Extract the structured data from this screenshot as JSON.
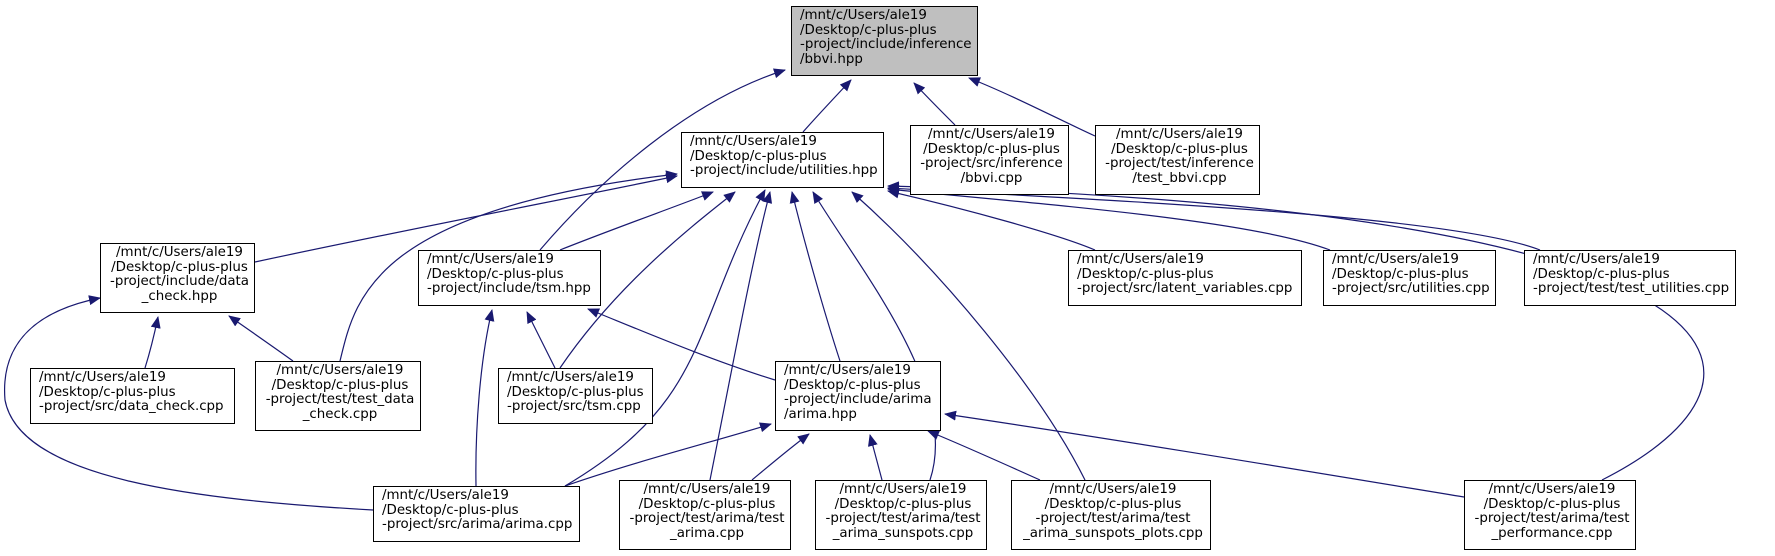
{
  "graph": {
    "edge_color": "#191970",
    "focus_fill": "#bfbfbf",
    "nodes": [
      {
        "id": "bbvi_hpp",
        "lines": [
          "/mnt/c/Users/ale19",
          "/Desktop/c-plus-plus",
          "-project/include/inference",
          "/bbvi.hpp"
        ],
        "focus": true
      },
      {
        "id": "utilities_hpp",
        "lines": [
          "/mnt/c/Users/ale19",
          "/Desktop/c-plus-plus",
          "-project/include/utilities.hpp"
        ]
      },
      {
        "id": "src_inference_bbvi_cpp",
        "lines": [
          "/mnt/c/Users/ale19",
          "/Desktop/c-plus-plus",
          "-project/src/inference",
          "/bbvi.cpp"
        ]
      },
      {
        "id": "test_bbvi_cpp",
        "lines": [
          "/mnt/c/Users/ale19",
          "/Desktop/c-plus-plus",
          "-project/test/inference",
          "/test_bbvi.cpp"
        ]
      },
      {
        "id": "data_check_hpp",
        "lines": [
          "/mnt/c/Users/ale19",
          "/Desktop/c-plus-plus",
          "-project/include/data",
          "_check.hpp"
        ]
      },
      {
        "id": "tsm_hpp",
        "lines": [
          "/mnt/c/Users/ale19",
          "/Desktop/c-plus-plus",
          "-project/include/tsm.hpp"
        ]
      },
      {
        "id": "latent_variables_cpp",
        "lines": [
          "/mnt/c/Users/ale19",
          "/Desktop/c-plus-plus",
          "-project/src/latent_variables.cpp"
        ]
      },
      {
        "id": "utilities_cpp",
        "lines": [
          "/mnt/c/Users/ale19",
          "/Desktop/c-plus-plus",
          "-project/src/utilities.cpp"
        ]
      },
      {
        "id": "test_utilities_cpp",
        "lines": [
          "/mnt/c/Users/ale19",
          "/Desktop/c-plus-plus",
          "-project/test/test_utilities.cpp"
        ]
      },
      {
        "id": "data_check_cpp",
        "lines": [
          "/mnt/c/Users/ale19",
          "/Desktop/c-plus-plus",
          "-project/src/data_check.cpp"
        ]
      },
      {
        "id": "test_data_check_cpp",
        "lines": [
          "/mnt/c/Users/ale19",
          "/Desktop/c-plus-plus",
          "-project/test/test_data",
          "_check.cpp"
        ]
      },
      {
        "id": "tsm_cpp",
        "lines": [
          "/mnt/c/Users/ale19",
          "/Desktop/c-plus-plus",
          "-project/src/tsm.cpp"
        ]
      },
      {
        "id": "arima_hpp",
        "lines": [
          "/mnt/c/Users/ale19",
          "/Desktop/c-plus-plus",
          "-project/include/arima",
          "/arima.hpp"
        ]
      },
      {
        "id": "arima_cpp",
        "lines": [
          "/mnt/c/Users/ale19",
          "/Desktop/c-plus-plus",
          "-project/src/arima/arima.cpp"
        ]
      },
      {
        "id": "test_arima_cpp",
        "lines": [
          "/mnt/c/Users/ale19",
          "/Desktop/c-plus-plus",
          "-project/test/arima/test",
          "_arima.cpp"
        ]
      },
      {
        "id": "test_arima_sunspots_cpp",
        "lines": [
          "/mnt/c/Users/ale19",
          "/Desktop/c-plus-plus",
          "-project/test/arima/test",
          "_arima_sunspots.cpp"
        ]
      },
      {
        "id": "test_arima_sunspots_plots_cpp",
        "lines": [
          "/mnt/c/Users/ale19",
          "/Desktop/c-plus-plus",
          "-project/test/arima/test",
          "_arima_sunspots_plots.cpp"
        ]
      },
      {
        "id": "test_performance_cpp",
        "lines": [
          "/mnt/c/Users/ale19",
          "/Desktop/c-plus-plus",
          "-project/test/arima/test",
          "_performance.cpp"
        ]
      }
    ],
    "edges": [
      {
        "from": "utilities_hpp",
        "to": "bbvi_hpp"
      },
      {
        "from": "src_inference_bbvi_cpp",
        "to": "bbvi_hpp"
      },
      {
        "from": "test_bbvi_cpp",
        "to": "bbvi_hpp"
      },
      {
        "from": "tsm_hpp",
        "to": "bbvi_hpp"
      },
      {
        "from": "data_check_hpp",
        "to": "utilities_hpp"
      },
      {
        "from": "tsm_hpp",
        "to": "utilities_hpp"
      },
      {
        "from": "test_data_check_cpp",
        "to": "utilities_hpp"
      },
      {
        "from": "tsm_cpp",
        "to": "utilities_hpp"
      },
      {
        "from": "arima_hpp",
        "to": "utilities_hpp"
      },
      {
        "from": "arima_cpp",
        "to": "utilities_hpp"
      },
      {
        "from": "test_arima_cpp",
        "to": "utilities_hpp"
      },
      {
        "from": "test_arima_sunspots_cpp",
        "to": "utilities_hpp"
      },
      {
        "from": "test_arima_sunspots_plots_cpp",
        "to": "utilities_hpp"
      },
      {
        "from": "latent_variables_cpp",
        "to": "utilities_hpp"
      },
      {
        "from": "utilities_cpp",
        "to": "utilities_hpp"
      },
      {
        "from": "test_utilities_cpp",
        "to": "utilities_hpp"
      },
      {
        "from": "test_performance_cpp",
        "to": "utilities_hpp"
      },
      {
        "from": "data_check_cpp",
        "to": "data_check_hpp"
      },
      {
        "from": "test_data_check_cpp",
        "to": "data_check_hpp"
      },
      {
        "from": "arima_cpp",
        "to": "data_check_hpp"
      },
      {
        "from": "tsm_cpp",
        "to": "tsm_hpp"
      },
      {
        "from": "arima_cpp",
        "to": "tsm_hpp"
      },
      {
        "from": "arima_hpp",
        "to": "tsm_hpp"
      },
      {
        "from": "arima_cpp",
        "to": "arima_hpp"
      },
      {
        "from": "test_arima_cpp",
        "to": "arima_hpp"
      },
      {
        "from": "test_arima_sunspots_cpp",
        "to": "arima_hpp"
      },
      {
        "from": "test_arima_sunspots_plots_cpp",
        "to": "arima_hpp"
      },
      {
        "from": "test_performance_cpp",
        "to": "arima_hpp"
      }
    ]
  }
}
